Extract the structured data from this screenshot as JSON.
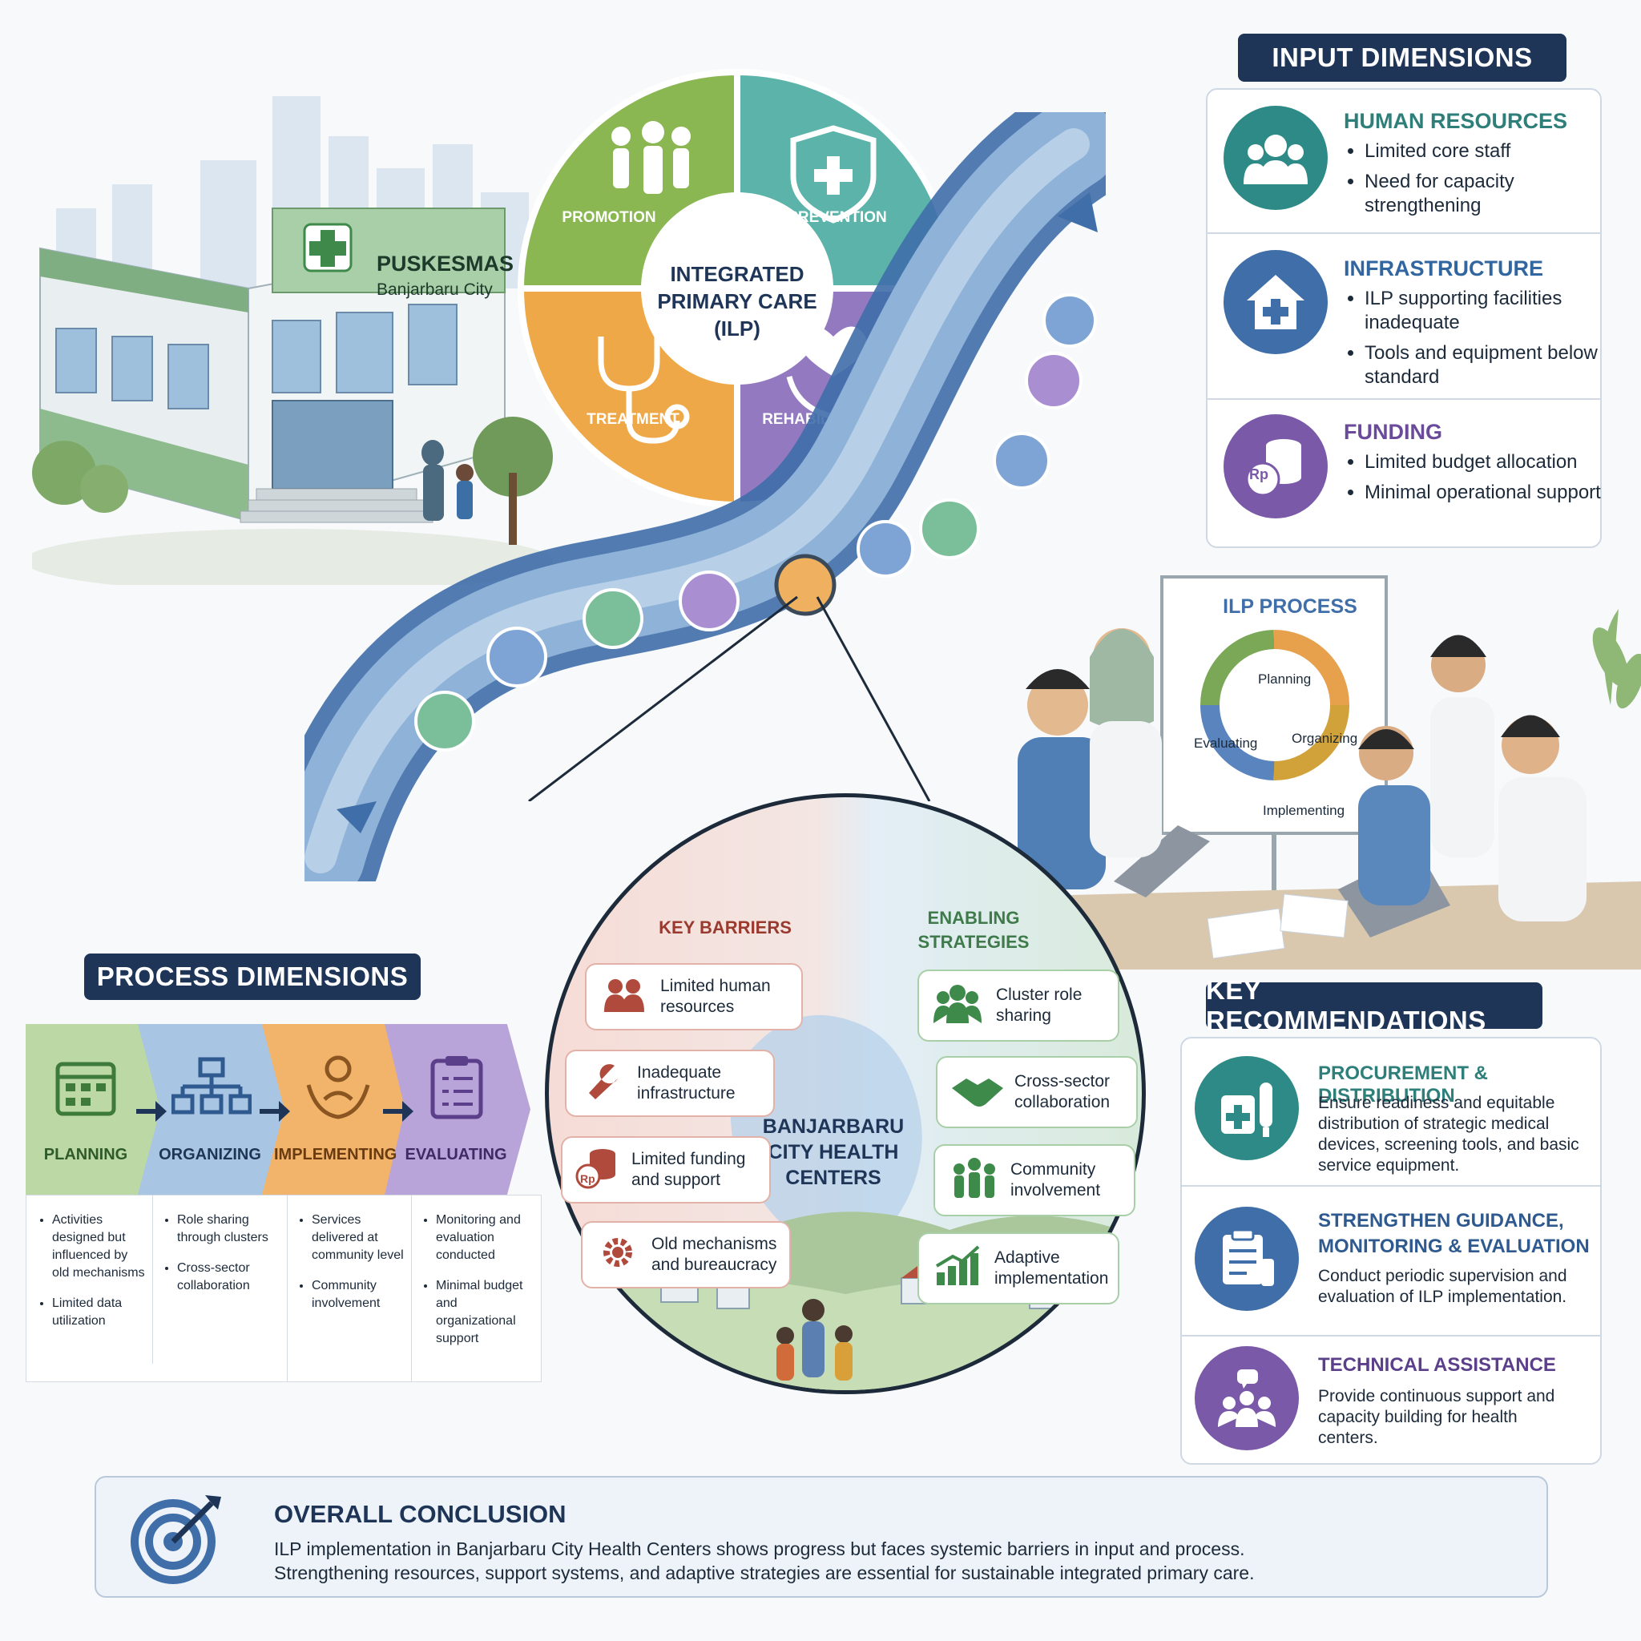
{
  "clinic": {
    "name": "PUSKESMAS",
    "city": "Banjarbaru City"
  },
  "ilp": {
    "center": "INTEGRATED PRIMARY CARE (ILP)",
    "promotion": "PROMOTION",
    "prevention": "PREVENTION",
    "treatment": "TREATMENT",
    "rehabilitation": "REHABILITATION"
  },
  "input": {
    "header": "INPUT DIMENSIONS",
    "hr": {
      "title": "HUMAN RESOURCES",
      "items": [
        "Limited core staff",
        "Need for capacity strengthening"
      ]
    },
    "infra": {
      "title": "INFRASTRUCTURE",
      "items": [
        "ILP supporting facilities inadequate",
        "Tools and equipment below standard"
      ]
    },
    "funding": {
      "title": "FUNDING",
      "icon_text": "Rp",
      "items": [
        "Limited budget allocation",
        "Minimal operational support"
      ]
    }
  },
  "ilp_process": {
    "title": "ILP PROCESS",
    "planning": "Planning",
    "organizing": "Organizing",
    "implementing": "Implementing",
    "evaluating": "Evaluating"
  },
  "process": {
    "header": "PROCESS DIMENSIONS",
    "steps": [
      {
        "label": "PLANNING",
        "items": [
          "Activities designed but influenced by old mechanisms",
          "Limited data utilization"
        ]
      },
      {
        "label": "ORGANIZING",
        "items": [
          "Role sharing through clusters",
          "Cross-sector collaboration"
        ]
      },
      {
        "label": "IMPLEMENTING",
        "items": [
          "Services delivered at community level",
          "Community involvement"
        ]
      },
      {
        "label": "EVALUATING",
        "items": [
          "Monitoring and evaluation conducted",
          "Minimal budget and organizational support"
        ]
      }
    ]
  },
  "zoom": {
    "barriers_title": "KEY BARRIERS",
    "strategies_title": "ENABLING STRATEGIES",
    "center": "BANJARBARU CITY HEALTH CENTERS",
    "rp": "Rp",
    "barriers": [
      "Limited human resources",
      "Inadequate infrastructure",
      "Limited funding and support",
      "Old mechanisms and bureaucracy"
    ],
    "strategies": [
      "Cluster role sharing",
      "Cross-sector collaboration",
      "Community involvement",
      "Adaptive implementation"
    ]
  },
  "recs": {
    "header": "KEY RECOMMENDATIONS",
    "items": [
      {
        "title": "PROCUREMENT & DISTRIBUTION",
        "body": "Ensure readiness and equitable distribution of strategic medical devices, screening tools, and basic service equipment."
      },
      {
        "title": "STRENGTHEN GUIDANCE, MONITORING & EVALUATION",
        "body": "Conduct periodic supervision and evaluation of ILP implementation."
      },
      {
        "title": "TECHNICAL ASSISTANCE",
        "body": "Provide continuous support and capacity building for health centers."
      }
    ]
  },
  "conclusion": {
    "title": "OVERALL CONCLUSION",
    "line1": "ILP implementation in Banjarbaru City Health Centers shows progress but faces systemic barriers in input and process.",
    "line2": "Strengthening resources, support systems, and adaptive strategies are essential for sustainable integrated primary care."
  },
  "colors": {
    "navy": "#1e3558",
    "teal": "#2e8a86",
    "green": "#7aa856",
    "orange": "#e7a04c",
    "purple": "#8a6bb3",
    "blue": "#5a84bd",
    "red": "#b04a3c"
  }
}
